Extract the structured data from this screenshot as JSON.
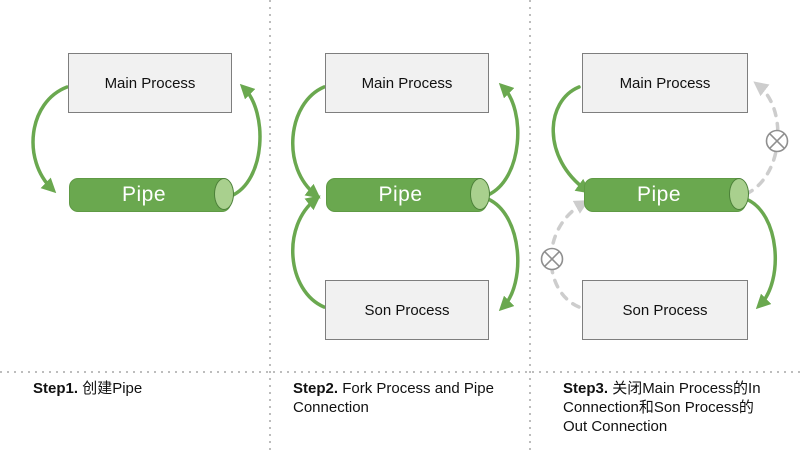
{
  "slide": {
    "background": "#ffffff"
  },
  "colors": {
    "arrow_green": "#6aa84f",
    "pipe_body": "#6aa84f",
    "pipe_cap": "#a9d08e",
    "closed_arrow_gray": "#cdcdcd",
    "closed_icon_gray": "#8f8f8f",
    "box_fill": "#f1f1f1",
    "box_border": "#7e7e7e",
    "divider_dots": "#bdbdbd"
  },
  "panels": [
    {
      "name": "step1",
      "main_box_label": "Main Process",
      "pipe_label": "Pipe",
      "caption": {
        "bold": "Step1.",
        "lines": [
          "创建Pipe"
        ]
      }
    },
    {
      "name": "step2",
      "main_box_label": "Main Process",
      "pipe_label": "Pipe",
      "son_box_label": "Son Process",
      "caption": {
        "bold": "Step2.",
        "lines": [
          "Fork Process and Pipe",
          "Connection"
        ]
      }
    },
    {
      "name": "step3",
      "main_box_label": "Main Process",
      "pipe_label": "Pipe",
      "son_box_label": "Son Process",
      "closed_connection_icon": "circled-x",
      "caption": {
        "bold": "Step3.",
        "lines": [
          "关闭Main Process的In",
          "Connection和Son Process的",
          "Out Connection"
        ]
      }
    }
  ]
}
